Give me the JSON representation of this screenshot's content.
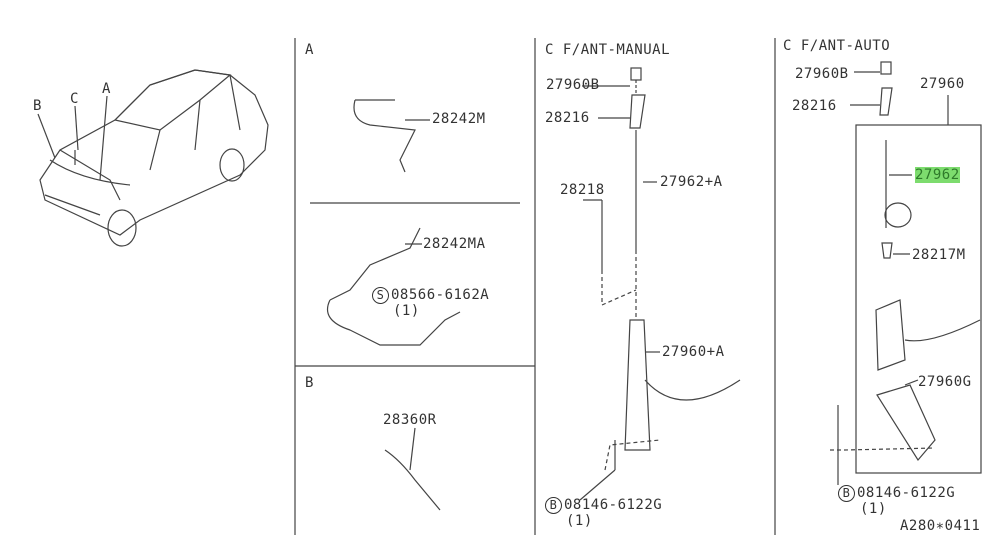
{
  "vehicle": {
    "callouts": [
      "B",
      "C",
      "A"
    ]
  },
  "panel_a": {
    "label": "A",
    "parts": [
      "28242M",
      "28242MA"
    ],
    "screw": {
      "symbol": "S",
      "part": "08566-6162A",
      "qty": "(1)"
    }
  },
  "panel_b": {
    "label": "B",
    "parts": [
      "28360R"
    ]
  },
  "panel_manual": {
    "title": "C F/ANT-MANUAL",
    "parts": [
      "27960B",
      "28216",
      "28218",
      "27962+A",
      "27960+A"
    ],
    "bolt": {
      "symbol": "B",
      "part": "08146-6122G",
      "qty": "(1)"
    }
  },
  "panel_auto": {
    "title": "C F/ANT-AUTO",
    "parts": [
      "27960B",
      "27960",
      "28216",
      "27962",
      "28217M",
      "27960G"
    ],
    "highlighted_part": "27962",
    "highlight_color": "#7ddc6e",
    "bolt": {
      "symbol": "B",
      "part": "08146-6122G",
      "qty": "(1)"
    }
  },
  "diagram_code": "A280∗0411"
}
